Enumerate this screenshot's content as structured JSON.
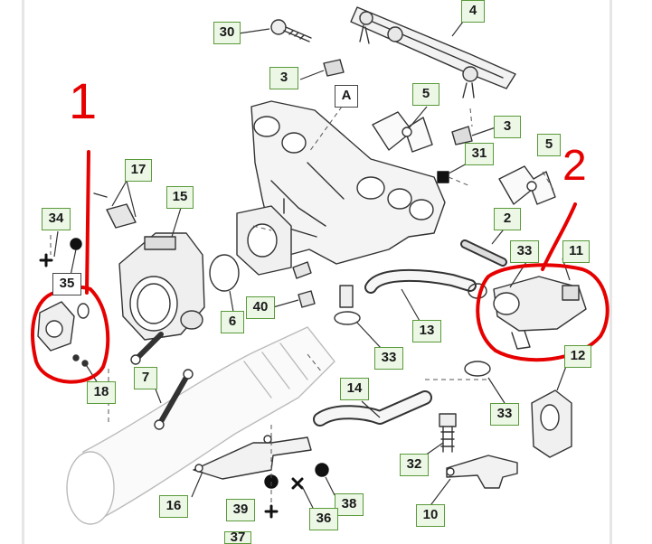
{
  "diagram": {
    "labels": {
      "p30": "30",
      "p4": "4",
      "p3a": "3",
      "pA": "A",
      "p5a": "5",
      "p3b": "3",
      "p5b": "5",
      "p31": "31",
      "p17": "17",
      "p15": "15",
      "p34": "34",
      "p2": "2",
      "p33a": "33",
      "p11": "11",
      "p35": "35",
      "p6": "6",
      "p40": "40",
      "p13": "13",
      "p33b": "33",
      "p12": "12",
      "p7": "7",
      "p18": "18",
      "p14": "14",
      "p33c": "33",
      "p32": "32",
      "p16": "16",
      "p39": "39",
      "p38": "38",
      "p36": "36",
      "p10": "10",
      "p37": "37"
    },
    "annotations": {
      "one": "1",
      "two": "2"
    }
  }
}
